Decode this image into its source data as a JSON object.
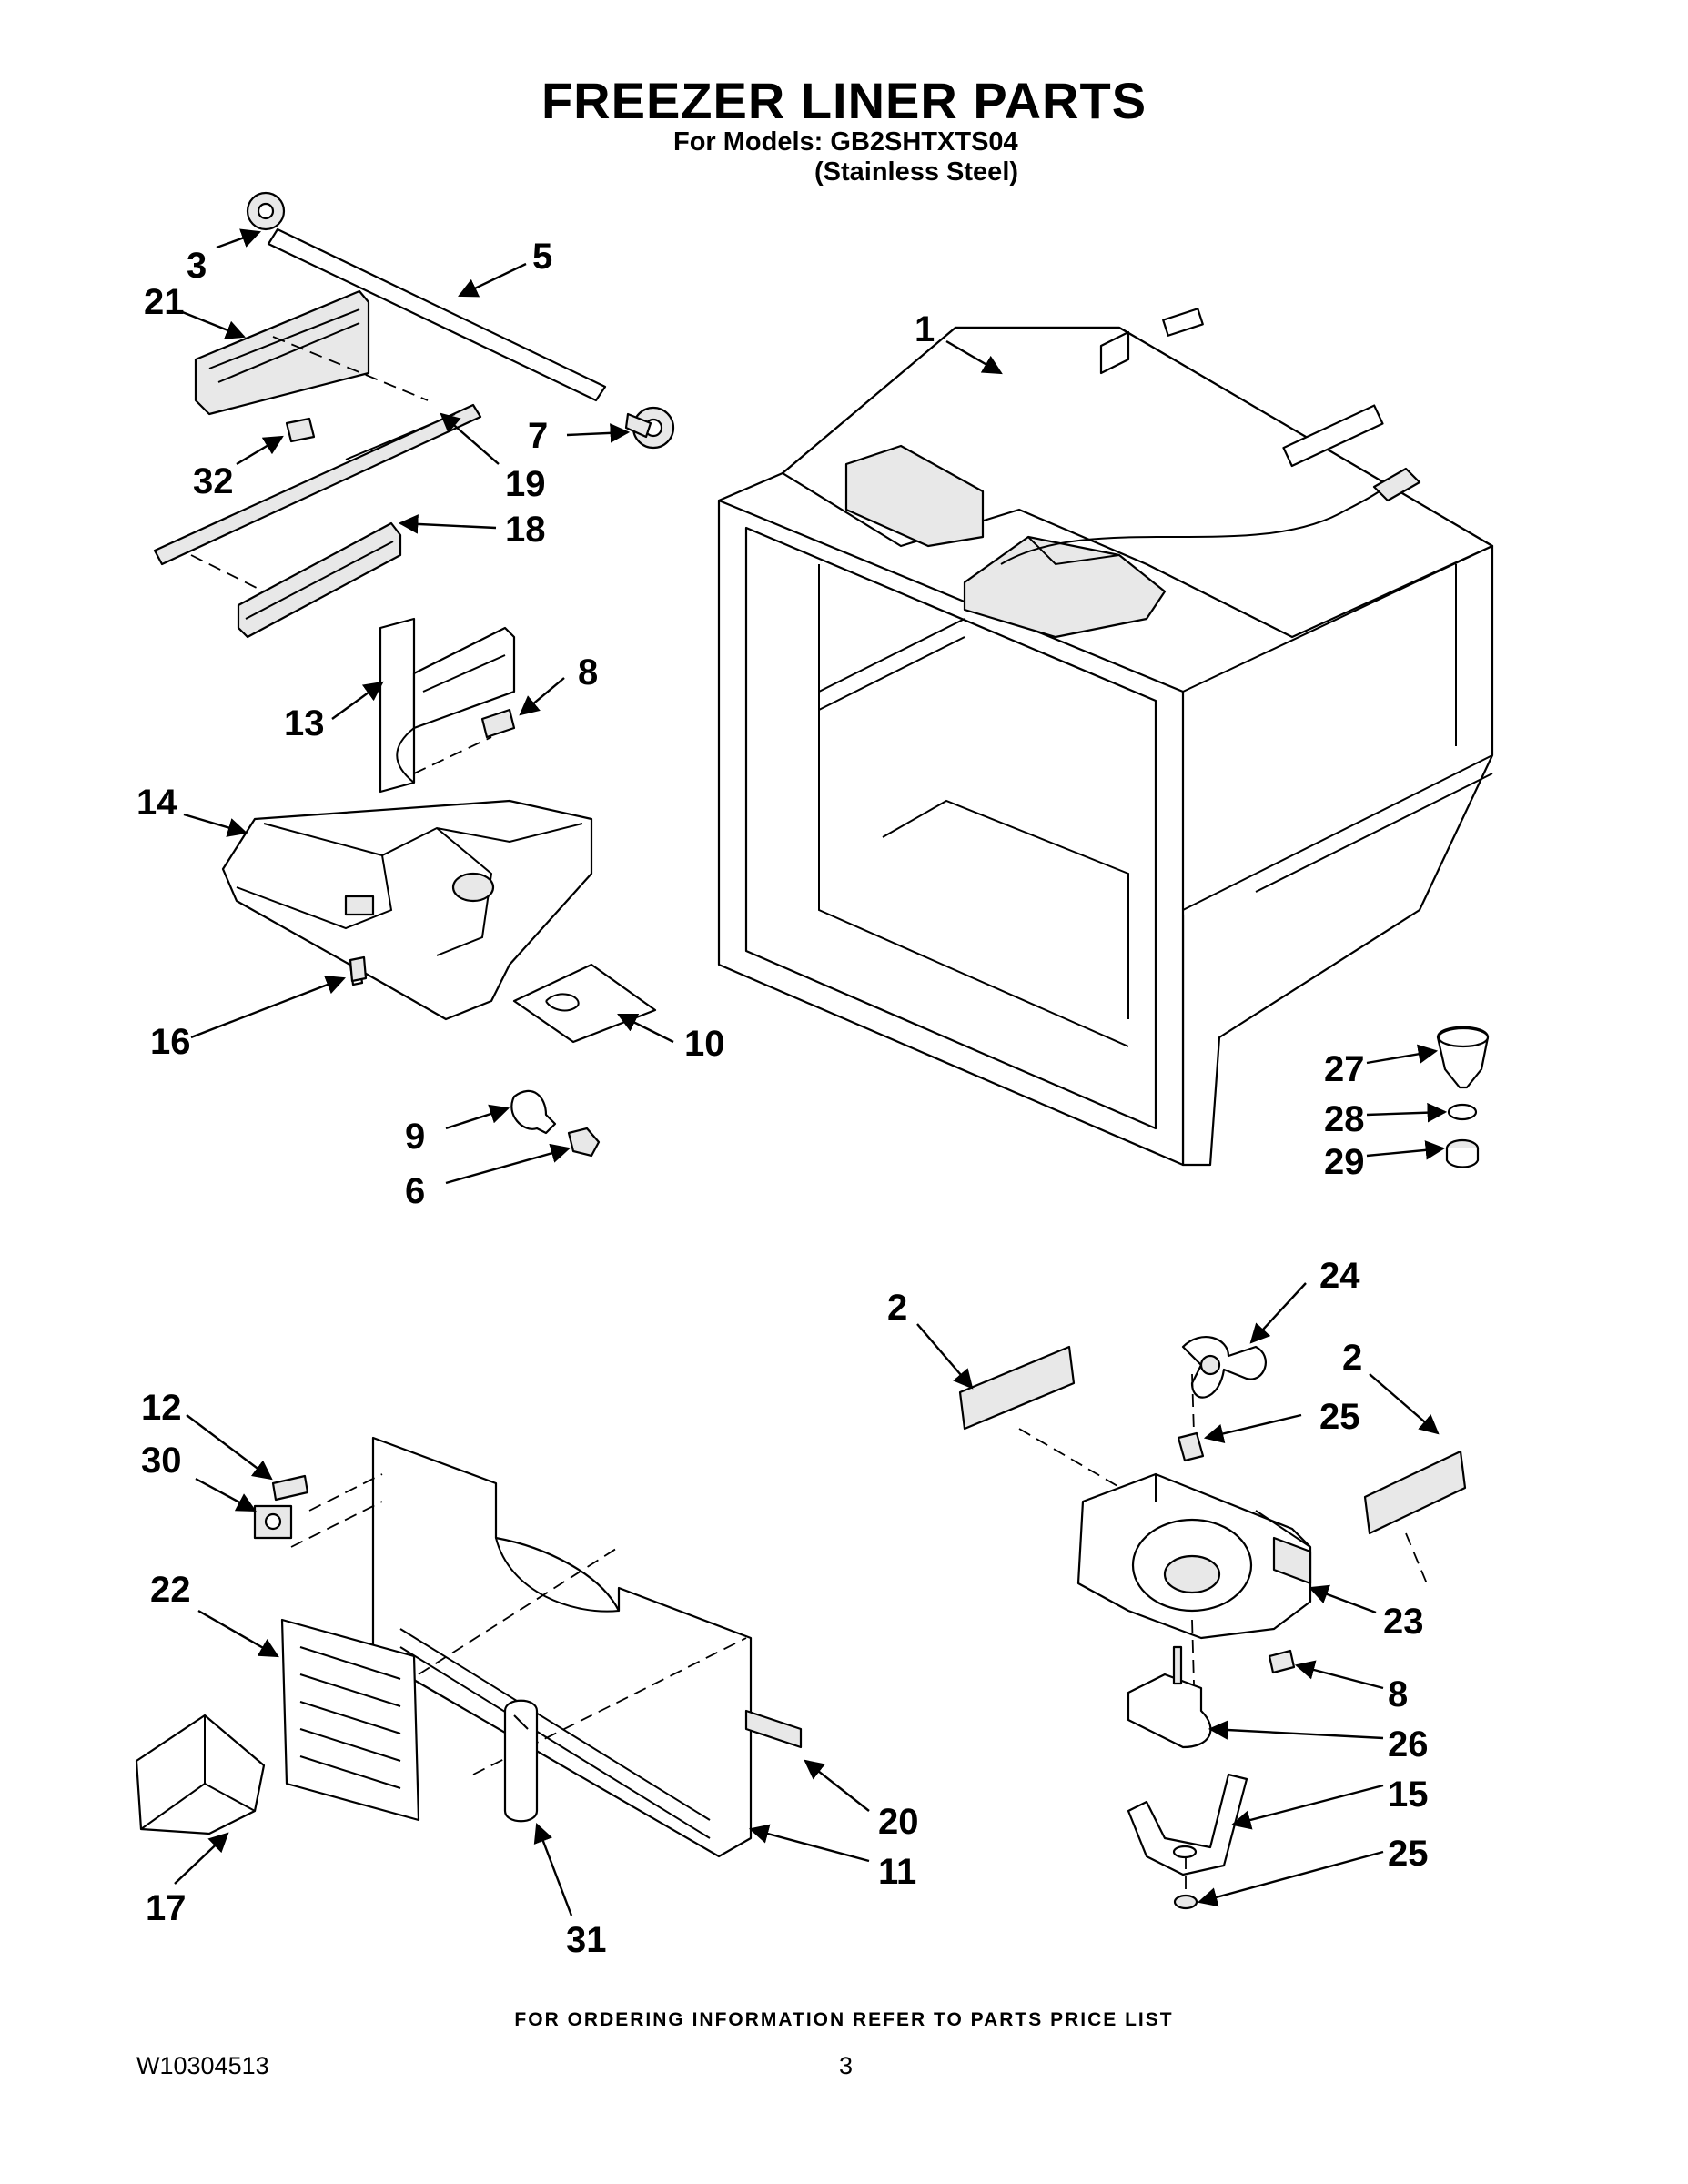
{
  "header": {
    "title": "FREEZER LINER PARTS",
    "models_line": "For Models: GB2SHTXTS04",
    "finish_line": "(Stainless Steel)"
  },
  "footer": {
    "ordering_note": "FOR ORDERING INFORMATION REFER TO PARTS PRICE LIST",
    "document_id": "W10304513",
    "page_number": "3"
  },
  "callouts": [
    "1",
    "2",
    "2",
    "3",
    "5",
    "6",
    "7",
    "8",
    "8",
    "9",
    "10",
    "11",
    "12",
    "13",
    "14",
    "15",
    "16",
    "17",
    "18",
    "19",
    "20",
    "21",
    "22",
    "23",
    "24",
    "25",
    "25",
    "26",
    "27",
    "28",
    "29",
    "30",
    "31",
    "32"
  ]
}
